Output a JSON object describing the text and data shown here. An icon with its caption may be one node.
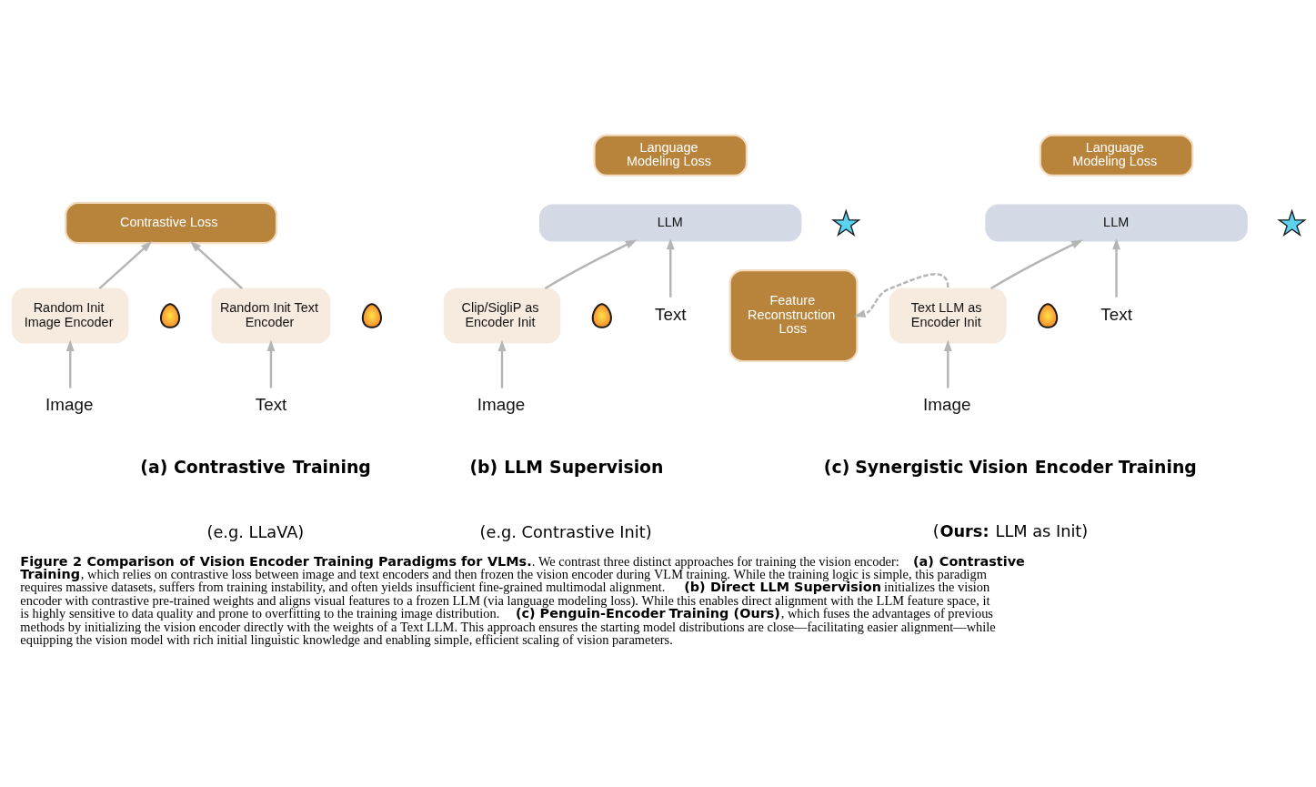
{
  "diagram": {
    "caption": "**Figure 2 Comparison of Vision Encoder Training Paradigms for VLMs.**. We contrast three distinct approaches for training the vision encoder: **(a) Contrastive Training**, which relies on contrastive loss between image and text encoders and then frozen the vision encoder during VLM training. While the training logic is simple, this paradigm requires massive datasets, suffers from training instability, and often yields insufficient fine-grained multimodal alignment. **(b) Direct LLM Supervision** initializes the vision encoder with contrastive pre-trained weights and aligns visual features to a frozen LLM (via language modeling loss). While this enables direct alignment with the LLM feature space, it is highly sensitive to data quality and prone to overfitting to the training image distribution. **(c) Penguin-Encoder Training (Ours)**, which fuses the advantages of previous methods by initializing the vision encoder directly with the weights of a Text LLM. This approach ensures the starting model distributions are close—facilitating easier alignment—while equipping the vision model with rich initial linguistic knowledge and enabling simple, efficient scaling of vision parameters.",
    "nodes": [
      {
        "text": [
          "Contrastive Loss"
        ]
      },
      {
        "text": [
          "Random Init Image Encoder"
        ]
      },
      {
        "text": [],
        "shape": "picture"
      },
      {
        "text": [
          "Random Init Text Encoder"
        ]
      },
      {
        "text": [],
        "shape": "picture"
      },
      {
        "text": [
          "Image"
        ]
      },
      {
        "text": [
          "Text"
        ]
      },
      {
        "text": [
          "Language Modeling Loss"
        ]
      },
      {
        "text": [
          "LLM"
        ]
      },
      {
        "text": [],
        "shape": "picture"
      },
      {
        "text": [
          "Clip/SigliP as Encoder Init"
        ]
      },
      {
        "text": [],
        "shape": "picture"
      },
      {
        "text": [
          "Text"
        ]
      },
      {
        "text": [
          "Image"
        ]
      },
      {
        "text": [
          "Language Modeling Loss"
        ]
      },
      {
        "text": [
          "LLM"
        ]
      },
      {
        "text": [],
        "shape": "picture"
      },
      {
        "text": [
          "Feature Reconstruction Loss"
        ]
      },
      {
        "text": [
          "Text LLM as Encoder Init"
        ]
      },
      {
        "text": [],
        "shape": "picture"
      },
      {
        "text": [
          "Text"
        ]
      },
      {
        "text": [
          "Image"
        ]
      }
    ],
    "edges": [
      {
        "from": 5,
        "to": 1,
        "arrow": "to"
      },
      {
        "from": 6,
        "to": 3,
        "arrow": "to"
      },
      {
        "from": 1,
        "to": 0,
        "arrow": "to"
      },
      {
        "from": 3,
        "to": 0,
        "arrow": "to"
      },
      {
        "from": 13,
        "to": 10,
        "arrow": "to"
      },
      {
        "from": 10,
        "to": 8,
        "arrow": "to"
      },
      {
        "from": 12,
        "to": 8,
        "arrow": "to"
      },
      {
        "from": 21,
        "to": 18,
        "arrow": "to"
      },
      {
        "from": 18,
        "to": 15,
        "arrow": "to"
      },
      {
        "from": 20,
        "to": 15,
        "arrow": "to"
      },
      {
        "from": 18,
        "to": 17,
        "arrow": "to",
        "style": "dashed"
      }
    ],
    "labels": [
      "(a) Contrastive Training",
      "(e.g. LLaVA)",
      "(b) LLM Supervision",
      "(e.g. Contrastive Init)",
      "(c) Synergistic Vision Encoder Training",
      "(**Ours:** LLM as Init)"
    ]
  }
}
